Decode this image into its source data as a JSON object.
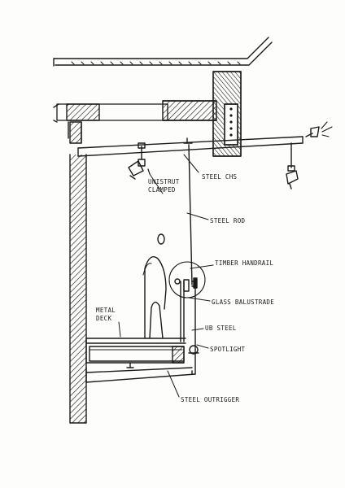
{
  "labels": {
    "unistrut": [
      "UNISTRUT",
      "CLAMPED"
    ],
    "steel_chs": "STEEL CHS",
    "steel_rod": "STEEL ROD",
    "timber_handrail": "TIMBER HANDRAIL",
    "glass_balustrade": "GLASS BALUSTRADE",
    "metal_deck": [
      "METAL",
      "DECK"
    ],
    "ub_steel": "UB STEEL",
    "spotlight": "SPOTLIGHT",
    "steel_outrigger": "STEEL OUTRIGGER"
  },
  "colors": {
    "ink": "#1a1a1a",
    "paper": "#fdfdfc"
  }
}
